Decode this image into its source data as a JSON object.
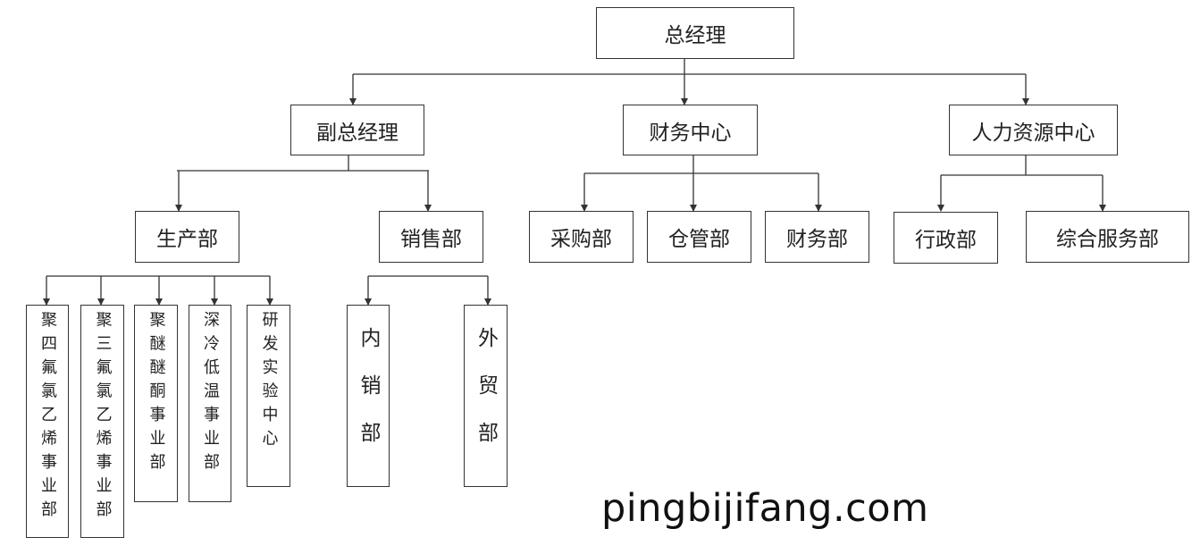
{
  "nodes": {
    "ceo": "总经理",
    "deputy": "副总经理",
    "finance_center": "财务中心",
    "hr_center": "人力资源中心",
    "production": "生产部",
    "sales": "销售部",
    "purchasing": "采购部",
    "warehouse": "仓管部",
    "finance_dept": "财务部",
    "admin": "行政部",
    "general_services": "综合服务部",
    "ptfe_division": "聚四氟氯乙烯事业部",
    "pctfe_division": "聚三氟氯乙烯事业部",
    "peek_division": "聚醚醚酮事业部",
    "cryogenic_division": "深冷低温事业部",
    "rd_center": "研发实验中心",
    "domestic_sales": "内销部",
    "foreign_trade": "外贸部"
  },
  "watermark": "pingbijifang.com",
  "colors": {
    "line": "#333333",
    "text": "#222222",
    "background": "#ffffff"
  }
}
